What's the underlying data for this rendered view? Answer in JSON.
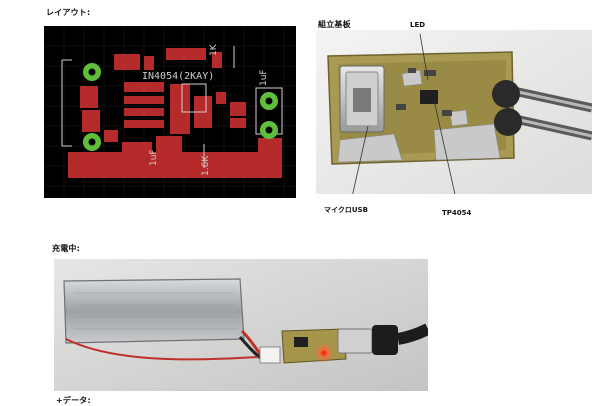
{
  "sections": {
    "layout_heading": "レイアウト:",
    "assembled_heading": "組立基板",
    "charging_heading": "充電中:",
    "bottom_cut_heading": "+データ:"
  },
  "pcb_layout": {
    "silk_part": "IN4054(2KAY)",
    "silk_r1": "1K",
    "silk_r2": "1.6K",
    "silk_c1": "1uF",
    "silk_c2": "1uF",
    "colors": {
      "board": "#000000",
      "copper": "#b52a2a",
      "pad": "#5fbf3a",
      "silk": "#cfcfcf"
    }
  },
  "board_photo": {
    "callouts": {
      "led": "LED",
      "micro_usb": "マイクロUSB",
      "tp4054": "TP4054"
    }
  }
}
